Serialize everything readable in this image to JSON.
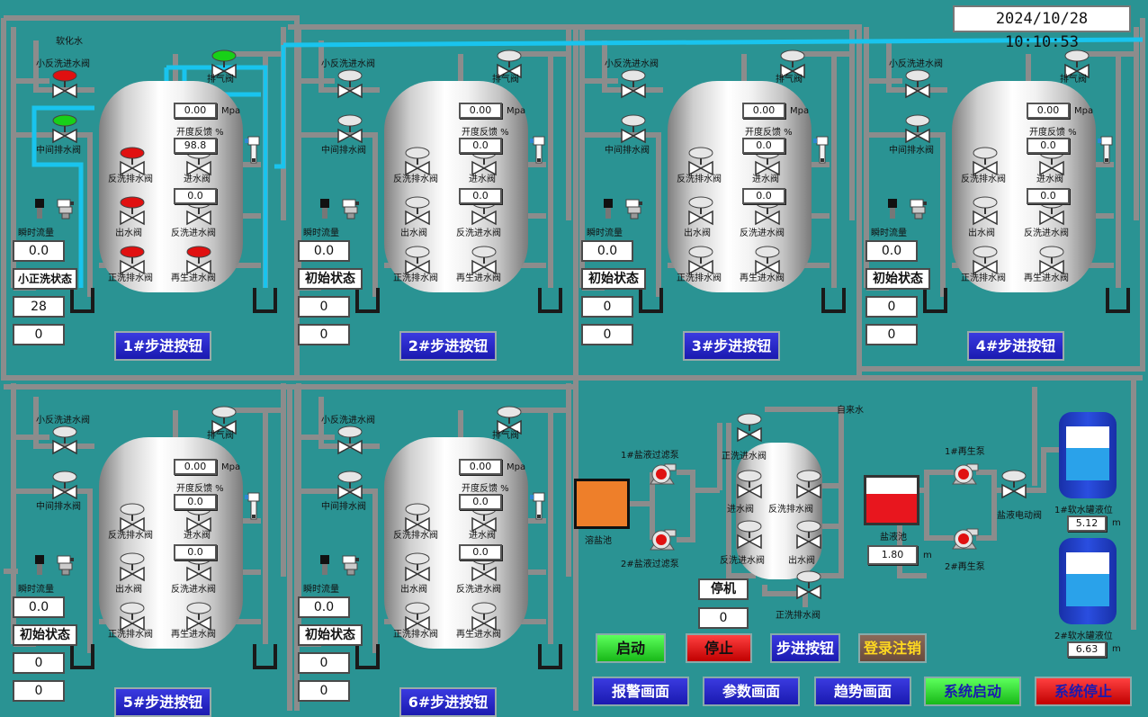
{
  "datetime": "2024/10/28 10:10:53",
  "soft_water_label": "软化水",
  "tap_water_label": "自来水",
  "units": [
    {
      "id": 1,
      "ox": 0,
      "oy": 0,
      "pressure": "0.00",
      "pressure_unit": "Mpa",
      "feedback_label": "开度反馈 %",
      "opening_feedback": "98.8",
      "valve_val1": "0.0",
      "valve_val2": "0.0",
      "flow_label": "瞬时流量",
      "flow": "0.0",
      "state": "小正洗状态",
      "count1": "28",
      "count2": "0",
      "step_label": "1#步进按钮",
      "valves": {
        "small_backwash_in": "red",
        "exhaust": "green",
        "middle_drain": "green",
        "backwash_drain": "red",
        "inlet": "closed",
        "outlet": "red",
        "backwash_in": "closed",
        "forward_drain": "red",
        "regen_in": "red"
      }
    },
    {
      "id": 2,
      "ox": 317,
      "oy": 0,
      "pressure": "0.00",
      "pressure_unit": "Mpa",
      "feedback_label": "开度反馈 %",
      "opening_feedback": "0.0",
      "valve_val1": "0.0",
      "valve_val2": "0.0",
      "flow_label": "瞬时流量",
      "flow": "0.0",
      "state": "初始状态",
      "count1": "0",
      "count2": "0",
      "step_label": "2#步进按钮",
      "valves": {
        "small_backwash_in": "closed",
        "exhaust": "closed",
        "middle_drain": "closed",
        "backwash_drain": "closed",
        "inlet": "closed",
        "outlet": "closed",
        "backwash_in": "closed",
        "forward_drain": "closed",
        "regen_in": "closed"
      }
    },
    {
      "id": 3,
      "ox": 632,
      "oy": 0,
      "pressure": "0.00",
      "pressure_unit": "Mpa",
      "feedback_label": "开度反馈 %",
      "opening_feedback": "0.0",
      "valve_val1": "0.0",
      "valve_val2": "0.0",
      "flow_label": "瞬时流量",
      "flow": "0.0",
      "state": "初始状态",
      "count1": "0",
      "count2": "0",
      "step_label": "3#步进按钮",
      "valves": {
        "small_backwash_in": "closed",
        "exhaust": "closed",
        "middle_drain": "closed",
        "backwash_drain": "closed",
        "inlet": "closed",
        "outlet": "closed",
        "backwash_in": "closed",
        "forward_drain": "closed",
        "regen_in": "closed"
      }
    },
    {
      "id": 4,
      "ox": 948,
      "oy": 0,
      "pressure": "0.00",
      "pressure_unit": "Mpa",
      "feedback_label": "开度反馈 %",
      "opening_feedback": "0.0",
      "valve_val1": "0.0",
      "valve_val2": "0.0",
      "flow_label": "瞬时流量",
      "flow": "0.0",
      "state": "初始状态",
      "count1": "0",
      "count2": "0",
      "step_label": "4#步进按钮",
      "valves": {
        "small_backwash_in": "closed",
        "exhaust": "closed",
        "middle_drain": "closed",
        "backwash_drain": "closed",
        "inlet": "closed",
        "outlet": "closed",
        "backwash_in": "closed",
        "forward_drain": "closed",
        "regen_in": "closed"
      }
    },
    {
      "id": 5,
      "ox": 0,
      "oy": 396,
      "pressure": "0.00",
      "pressure_unit": "Mpa",
      "feedback_label": "开度反馈 %",
      "opening_feedback": "0.0",
      "valve_val1": "0.0",
      "valve_val2": "0.0",
      "flow_label": "瞬时流量",
      "flow": "0.0",
      "state": "初始状态",
      "count1": "0",
      "count2": "0",
      "step_label": "5#步进按钮",
      "valves": {
        "small_backwash_in": "closed",
        "exhaust": "closed",
        "middle_drain": "closed",
        "backwash_drain": "closed",
        "inlet": "closed",
        "outlet": "closed",
        "backwash_in": "closed",
        "forward_drain": "closed",
        "regen_in": "closed"
      }
    },
    {
      "id": 6,
      "ox": 317,
      "oy": 396,
      "pressure": "0.00",
      "pressure_unit": "Mpa",
      "feedback_label": "开度反馈 %",
      "opening_feedback": "0.0",
      "valve_val1": "0.0",
      "valve_val2": "0.0",
      "flow_label": "瞬时流量",
      "flow": "0.0",
      "state": "初始状态",
      "count1": "0",
      "count2": "0",
      "step_label": "6#步进按钮",
      "valves": {
        "small_backwash_in": "closed",
        "exhaust": "closed",
        "middle_drain": "closed",
        "backwash_drain": "closed",
        "inlet": "closed",
        "outlet": "closed",
        "backwash_in": "closed",
        "forward_drain": "closed",
        "regen_in": "closed"
      }
    }
  ],
  "valve_labels": {
    "small_backwash_in": "小反洗进水阀",
    "exhaust": "排气阀",
    "middle_drain": "中间排水阀",
    "backwash_drain": "反洗排水阀",
    "inlet": "进水阀",
    "outlet": "出水阀",
    "backwash_in": "反洗进水阀",
    "forward_drain": "正洗排水阀",
    "regen_in": "再生进水阀"
  },
  "brine": {
    "salt_pool_label": "溶盐池",
    "filter_pump1_label": "1#盐液过滤泵",
    "filter_pump2_label": "2#盐液过滤泵",
    "filter_valves": {
      "forward_in": "正洗进水阀",
      "inlet": "进水阀",
      "backwash_drain": "反洗排水阀",
      "backwash_in": "反洗进水阀",
      "outlet": "出水阀",
      "forward_drain": "正洗排水阀"
    },
    "state": "停机",
    "count": "0",
    "brine_pool_label": "盐液池",
    "brine_level": "1.80",
    "brine_level_unit": "m",
    "regen_pump1_label": "1#再生泵",
    "regen_pump2_label": "2#再生泵",
    "brine_valve_label": "盐液电动阀",
    "soft_tank1_label": "1#软水罐液位",
    "soft_tank1_level": "5.12",
    "soft_tank2_label": "2#软水罐液位",
    "soft_tank2_level": "6.63",
    "level_unit": "m"
  },
  "buttons": {
    "start": "启动",
    "stop": "停止",
    "step": "步进按钮",
    "logout": "登录注销",
    "alarm": "报警画面",
    "params": "参数画面",
    "trend": "趋势画面",
    "sys_start": "系统启动",
    "sys_stop": "系统停止"
  },
  "colors": {
    "background": "#2a9393",
    "pipe": "#8c8c8c",
    "active_pipe": "#19c4ee",
    "valve_red": "#e01010",
    "valve_green": "#18d018",
    "valve_closed": "#e6e6e6"
  }
}
